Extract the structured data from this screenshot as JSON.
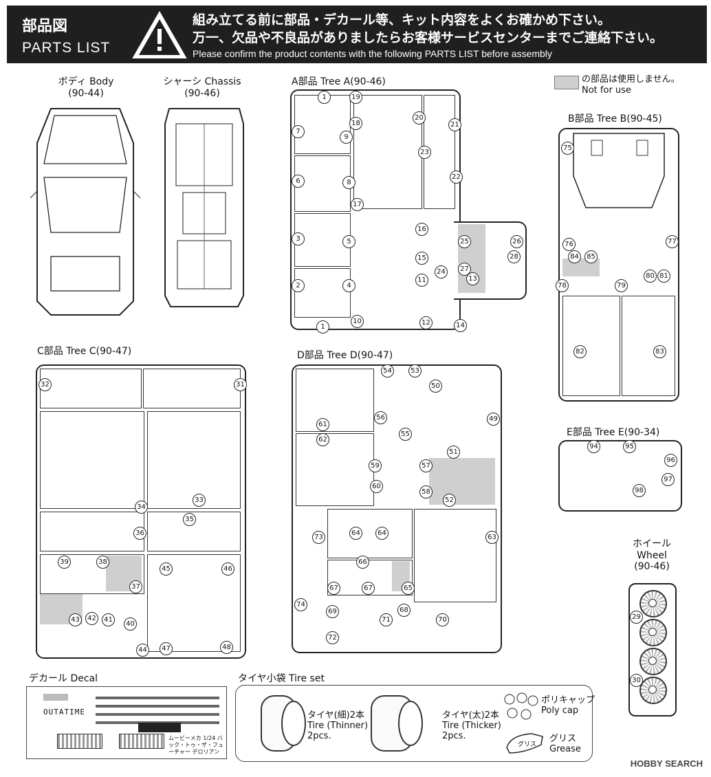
{
  "header": {
    "title_jp": "部品図",
    "title_en": "PARTS LIST",
    "line1": "組み立てる前に部品・デカール等、キット内容をよくお確かめ下さい。",
    "line2": "万一、欠品や不良品がありましたらお客様サービスセンターまでご連絡下さい。",
    "line3": "Please confirm the product contents with the following PARTS LIST before assembly"
  },
  "legend": {
    "jp": "の部品は使用しません。",
    "en": "Not for use",
    "swatch_color": "#cfcfcf"
  },
  "sections": {
    "body": {
      "name": "ボディ Body",
      "code": "(90-44)"
    },
    "chassis": {
      "name": "シャーシ Chassis",
      "code": "(90-46)"
    },
    "tree_a": {
      "name": "A部品 Tree A",
      "code": "(90-46)"
    },
    "tree_b": {
      "name": "B部品 Tree B",
      "code": "(90-45)"
    },
    "tree_c": {
      "name": "C部品 Tree C",
      "code": "(90-47)"
    },
    "tree_d": {
      "name": "D部品 Tree D",
      "code": "(90-47)"
    },
    "tree_e": {
      "name": "E部品 Tree E",
      "code": "(90-34)"
    },
    "wheel": {
      "name_jp": "ホイール",
      "name_en": "Wheel",
      "code": "(90-46)"
    },
    "decal": {
      "name": "デカール Decal",
      "plate": "OUTATIME",
      "caption": "ムービーメカ 1/24  バック・トゥ・ザ・フューチャー デロリアン"
    },
    "tire_set": {
      "name": "タイヤ小袋 Tire set",
      "thin_jp": "タイヤ(細)2本",
      "thin_en": "Tire (Thinner)",
      "thin_qty": "2pcs.",
      "thick_jp": "タイヤ(太)2本",
      "thick_en": "Tire (Thicker)",
      "thick_qty": "2pcs.",
      "polycap_jp": "ポリキャップ",
      "polycap_en": "Poly cap",
      "grease_jp": "グリス",
      "grease_en": "Grease",
      "grease_tube": "グリス"
    }
  },
  "part_numbers": {
    "tree_a": [
      "1",
      "19",
      "20",
      "18",
      "21",
      "7",
      "9",
      "23",
      "6",
      "8",
      "22",
      "17",
      "3",
      "5",
      "16",
      "25",
      "26",
      "15",
      "27",
      "28",
      "24",
      "2",
      "4",
      "11",
      "13",
      "1",
      "10",
      "12",
      "14"
    ],
    "tree_b": [
      "75",
      "76",
      "77",
      "84",
      "85",
      "78",
      "79",
      "80",
      "81",
      "82",
      "83"
    ],
    "tree_c": [
      "32",
      "31",
      "34",
      "33",
      "36",
      "35",
      "39",
      "38",
      "37",
      "45",
      "46",
      "43",
      "42",
      "41",
      "40",
      "44",
      "47",
      "48"
    ],
    "tree_d": [
      "54",
      "53",
      "50",
      "56",
      "55",
      "49",
      "61",
      "62",
      "51",
      "59",
      "57",
      "60",
      "58",
      "52",
      "73",
      "64",
      "64",
      "63",
      "66",
      "67",
      "67",
      "65",
      "74",
      "69",
      "71",
      "68",
      "72",
      "70"
    ],
    "tree_e": [
      "94",
      "95",
      "96",
      "97",
      "98"
    ],
    "wheel": [
      "29",
      "30"
    ]
  },
  "watermark": "HOBBY SEARCH"
}
